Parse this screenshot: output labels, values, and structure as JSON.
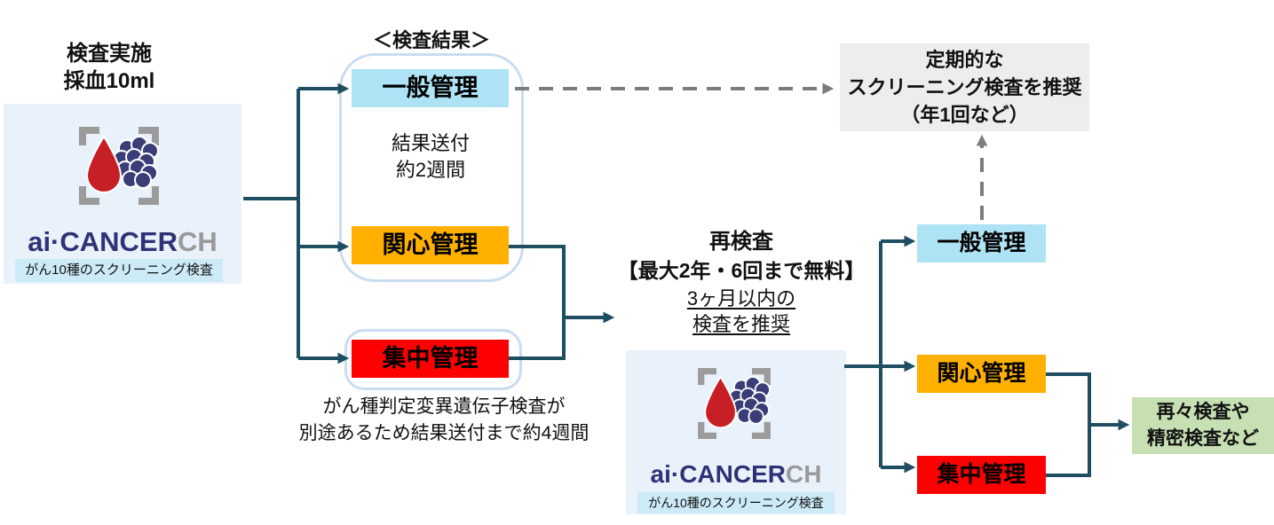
{
  "colors": {
    "line_navy": "#1f4e63",
    "dash_gray": "#7c7c7c",
    "light_blue_box": "#aee3f5",
    "orange_box": "#ffb000",
    "red_box": "#ff0000",
    "gray_box_bg": "#ededed",
    "green_box_bg": "#c6e0b4",
    "container_border": "#c9dcf0",
    "logo_bg": "#e9f2fb",
    "logo_banner_bg": "#cdeaf7",
    "logo_navy": "#2e3276",
    "logo_gray": "#9a9a9a",
    "drop_red": "#c62026",
    "grape_navy": "#3a3e78",
    "bracket_gray": "#9b9b9b"
  },
  "start": {
    "line1": "検査実施",
    "line2": "採血10ml"
  },
  "logo": {
    "brand_main": "ai·CANCER",
    "brand_suffix": "CH",
    "banner": "がん10種のスクリーニング検査"
  },
  "results": {
    "heading": "＜検査結果＞",
    "general_label": "一般管理",
    "delivery_line1": "結果送付",
    "delivery_line2": "約2週間",
    "interest_label": "関心管理",
    "intensive_label": "集中管理",
    "footnote_line1": "がん種判定変異遺伝子検査が",
    "footnote_line2": "別途あるため結果送付まで約4週間"
  },
  "periodic": {
    "line1": "定期的な",
    "line2": "スクリーニング検査を推奨",
    "line3": "（年1回など）"
  },
  "retest": {
    "title": "再検査",
    "subtitle": "【最大2年・6回まで無料】",
    "note_line1": "3ヶ月以内の",
    "note_line2": "検査を推奨"
  },
  "right": {
    "general_label": "一般管理",
    "interest_label": "関心管理",
    "intensive_label": "集中管理"
  },
  "followup": {
    "line1": "再々検査や",
    "line2": "精密検査など"
  }
}
